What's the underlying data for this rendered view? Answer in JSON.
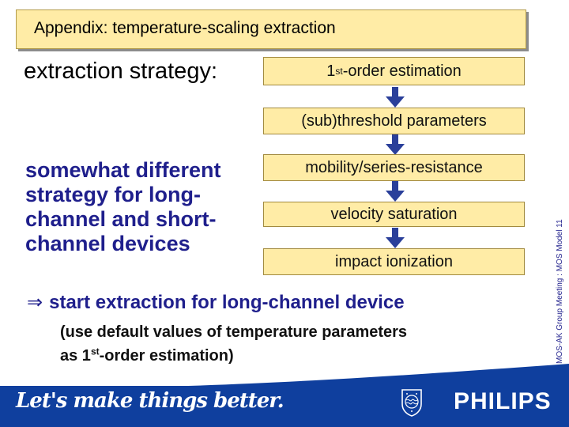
{
  "title": "Appendix: temperature-scaling extraction",
  "strategy_label": "extraction strategy:",
  "steps": [
    {
      "pre": "1",
      "sup": "st",
      "post": "-order estimation"
    },
    {
      "label": "(sub)threshold parameters"
    },
    {
      "label": "mobility/series-resistance"
    },
    {
      "label": "velocity saturation"
    },
    {
      "label": "impact ionization"
    }
  ],
  "left_text": "somewhat different strategy for long-channel and short-channel devices",
  "conclusion": {
    "symbol": "⇒",
    "text": "start extraction for long-channel device"
  },
  "note": {
    "line1": "(use default values of temperature parameters",
    "line2_pre": "as 1",
    "line2_sup": "st",
    "line2_post": "-order estimation)"
  },
  "side_text": "MOS-AK Group Meeting : MOS Model 11",
  "footer": {
    "slogan": "Let's make things better.",
    "brand": "PHILIPS"
  },
  "colors": {
    "box_fill": "#ffeca6",
    "text_blue": "#1f1f8c",
    "footer_blue": "#0f3f9e",
    "arrow_blue": "#2a3f9a"
  }
}
